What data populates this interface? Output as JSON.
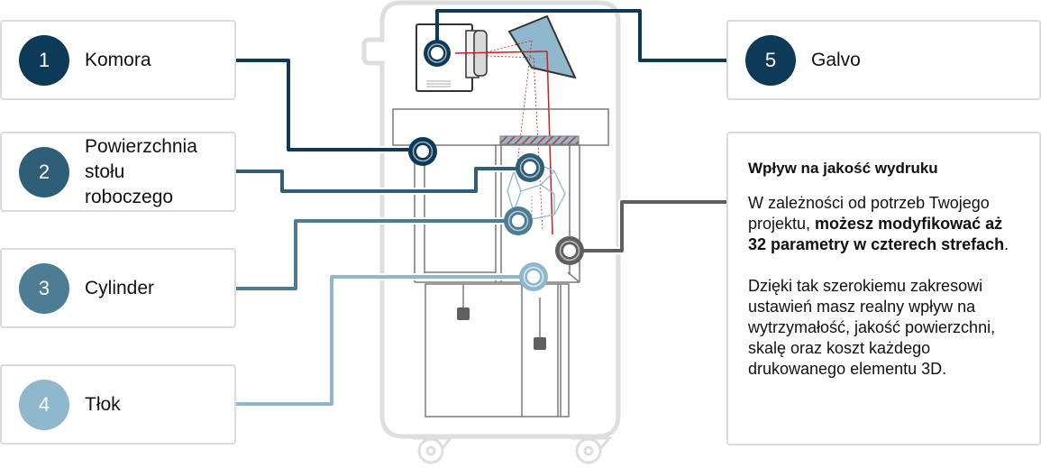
{
  "diagram": {
    "subject": "SLS 3D printer cross-section",
    "components": [
      {
        "number": "1",
        "label": "Komora",
        "color": "#0d3a56"
      },
      {
        "number": "2",
        "label": "Powierzchnia stołu roboczego",
        "label_lines": [
          "Powierzchnia",
          "stołu",
          "roboczego"
        ],
        "color": "#2f5f78"
      },
      {
        "number": "3",
        "label": "Cylinder",
        "color": "#4d7d94"
      },
      {
        "number": "4",
        "label": "Tłok",
        "color": "#8fb8cc"
      },
      {
        "number": "5",
        "label": "Galvo",
        "color": "#0d3a56"
      }
    ],
    "extra_marker_color": "#5f5f5f"
  },
  "info": {
    "title": "Wpływ na jakość wydruku",
    "p1_pre": "W zależności od potrzeb Twojego projektu, ",
    "p1_bold": "możesz modyfikować aż 32 parametry w czterech strefach",
    "p1_post": ".",
    "p2": "Dzięki tak szerokiemu zakresowi ustawień masz realny wpływ na wytrzymałość, jakość powierzchni, skalę oraz koszt każdego drukowanego elementu 3D."
  },
  "colors": {
    "machine_outline": "#dcdcdc",
    "inner_lines": "#7a7a7a",
    "laser": "#cc1f1f",
    "mirror": "#8fb8cc",
    "part_wire": "#8fb8cc"
  }
}
